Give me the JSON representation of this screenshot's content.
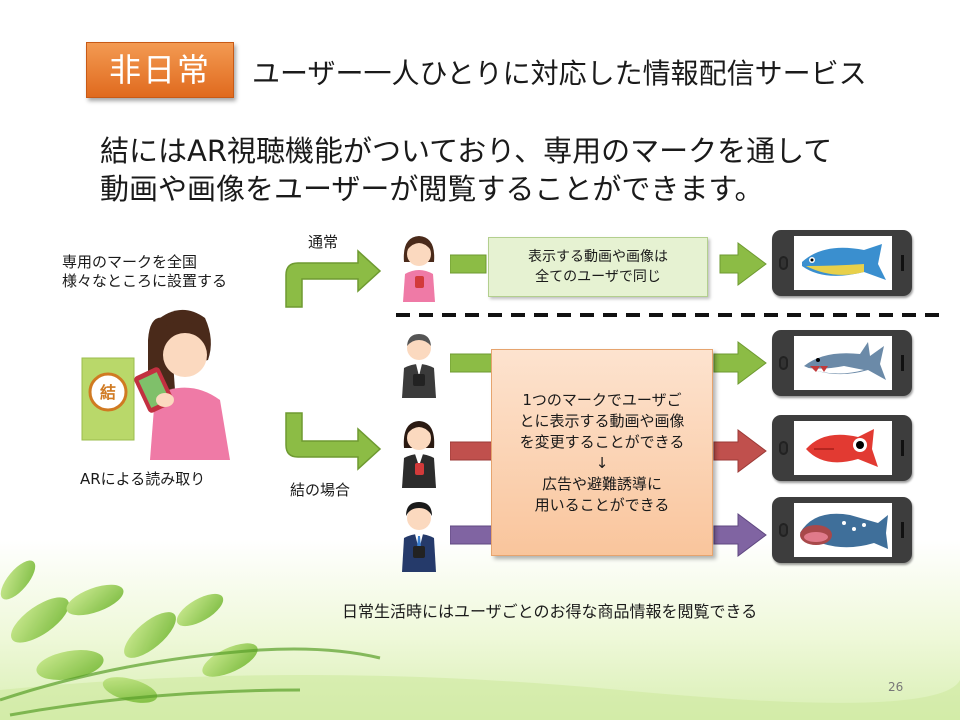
{
  "header": {
    "tag": "非日常",
    "title": "ユーザー一人ひとりに対応した情報配信サービス"
  },
  "lead": {
    "line1": "結にはAR視聴機能がついており、専用のマークを通して",
    "line2": "動画や画像をユーザーが閲覧することができます。"
  },
  "left": {
    "caption_line1": "専用のマークを全国",
    "caption_line2": "様々なところに設置する",
    "ar_label": "ARによる読み取り"
  },
  "branches": {
    "normal_label": "通常",
    "yui_label": "結の場合"
  },
  "boxes": {
    "normal_line1": "表示する動画や画像は",
    "normal_line2": "全てのユーザで同じ",
    "yui_line1": "1つのマークでユーザご",
    "yui_line2": "とに表示する動画や画像",
    "yui_line3": "を変更することができる",
    "yui_arrow": "↓",
    "yui_line4": "広告や避難誘導に",
    "yui_line5": "用いることができる"
  },
  "footer": "日常生活時にはユーザごとのお得な商品情報を閲覧できる",
  "page_number": "26",
  "colors": {
    "tag_orange": "#ee8133",
    "arrow_green": "#7bab3a",
    "arrow_red": "#c0504d",
    "arrow_purple": "#8064a2",
    "box_green": "#e6f2d2",
    "box_orange": "#fbd2b0"
  }
}
